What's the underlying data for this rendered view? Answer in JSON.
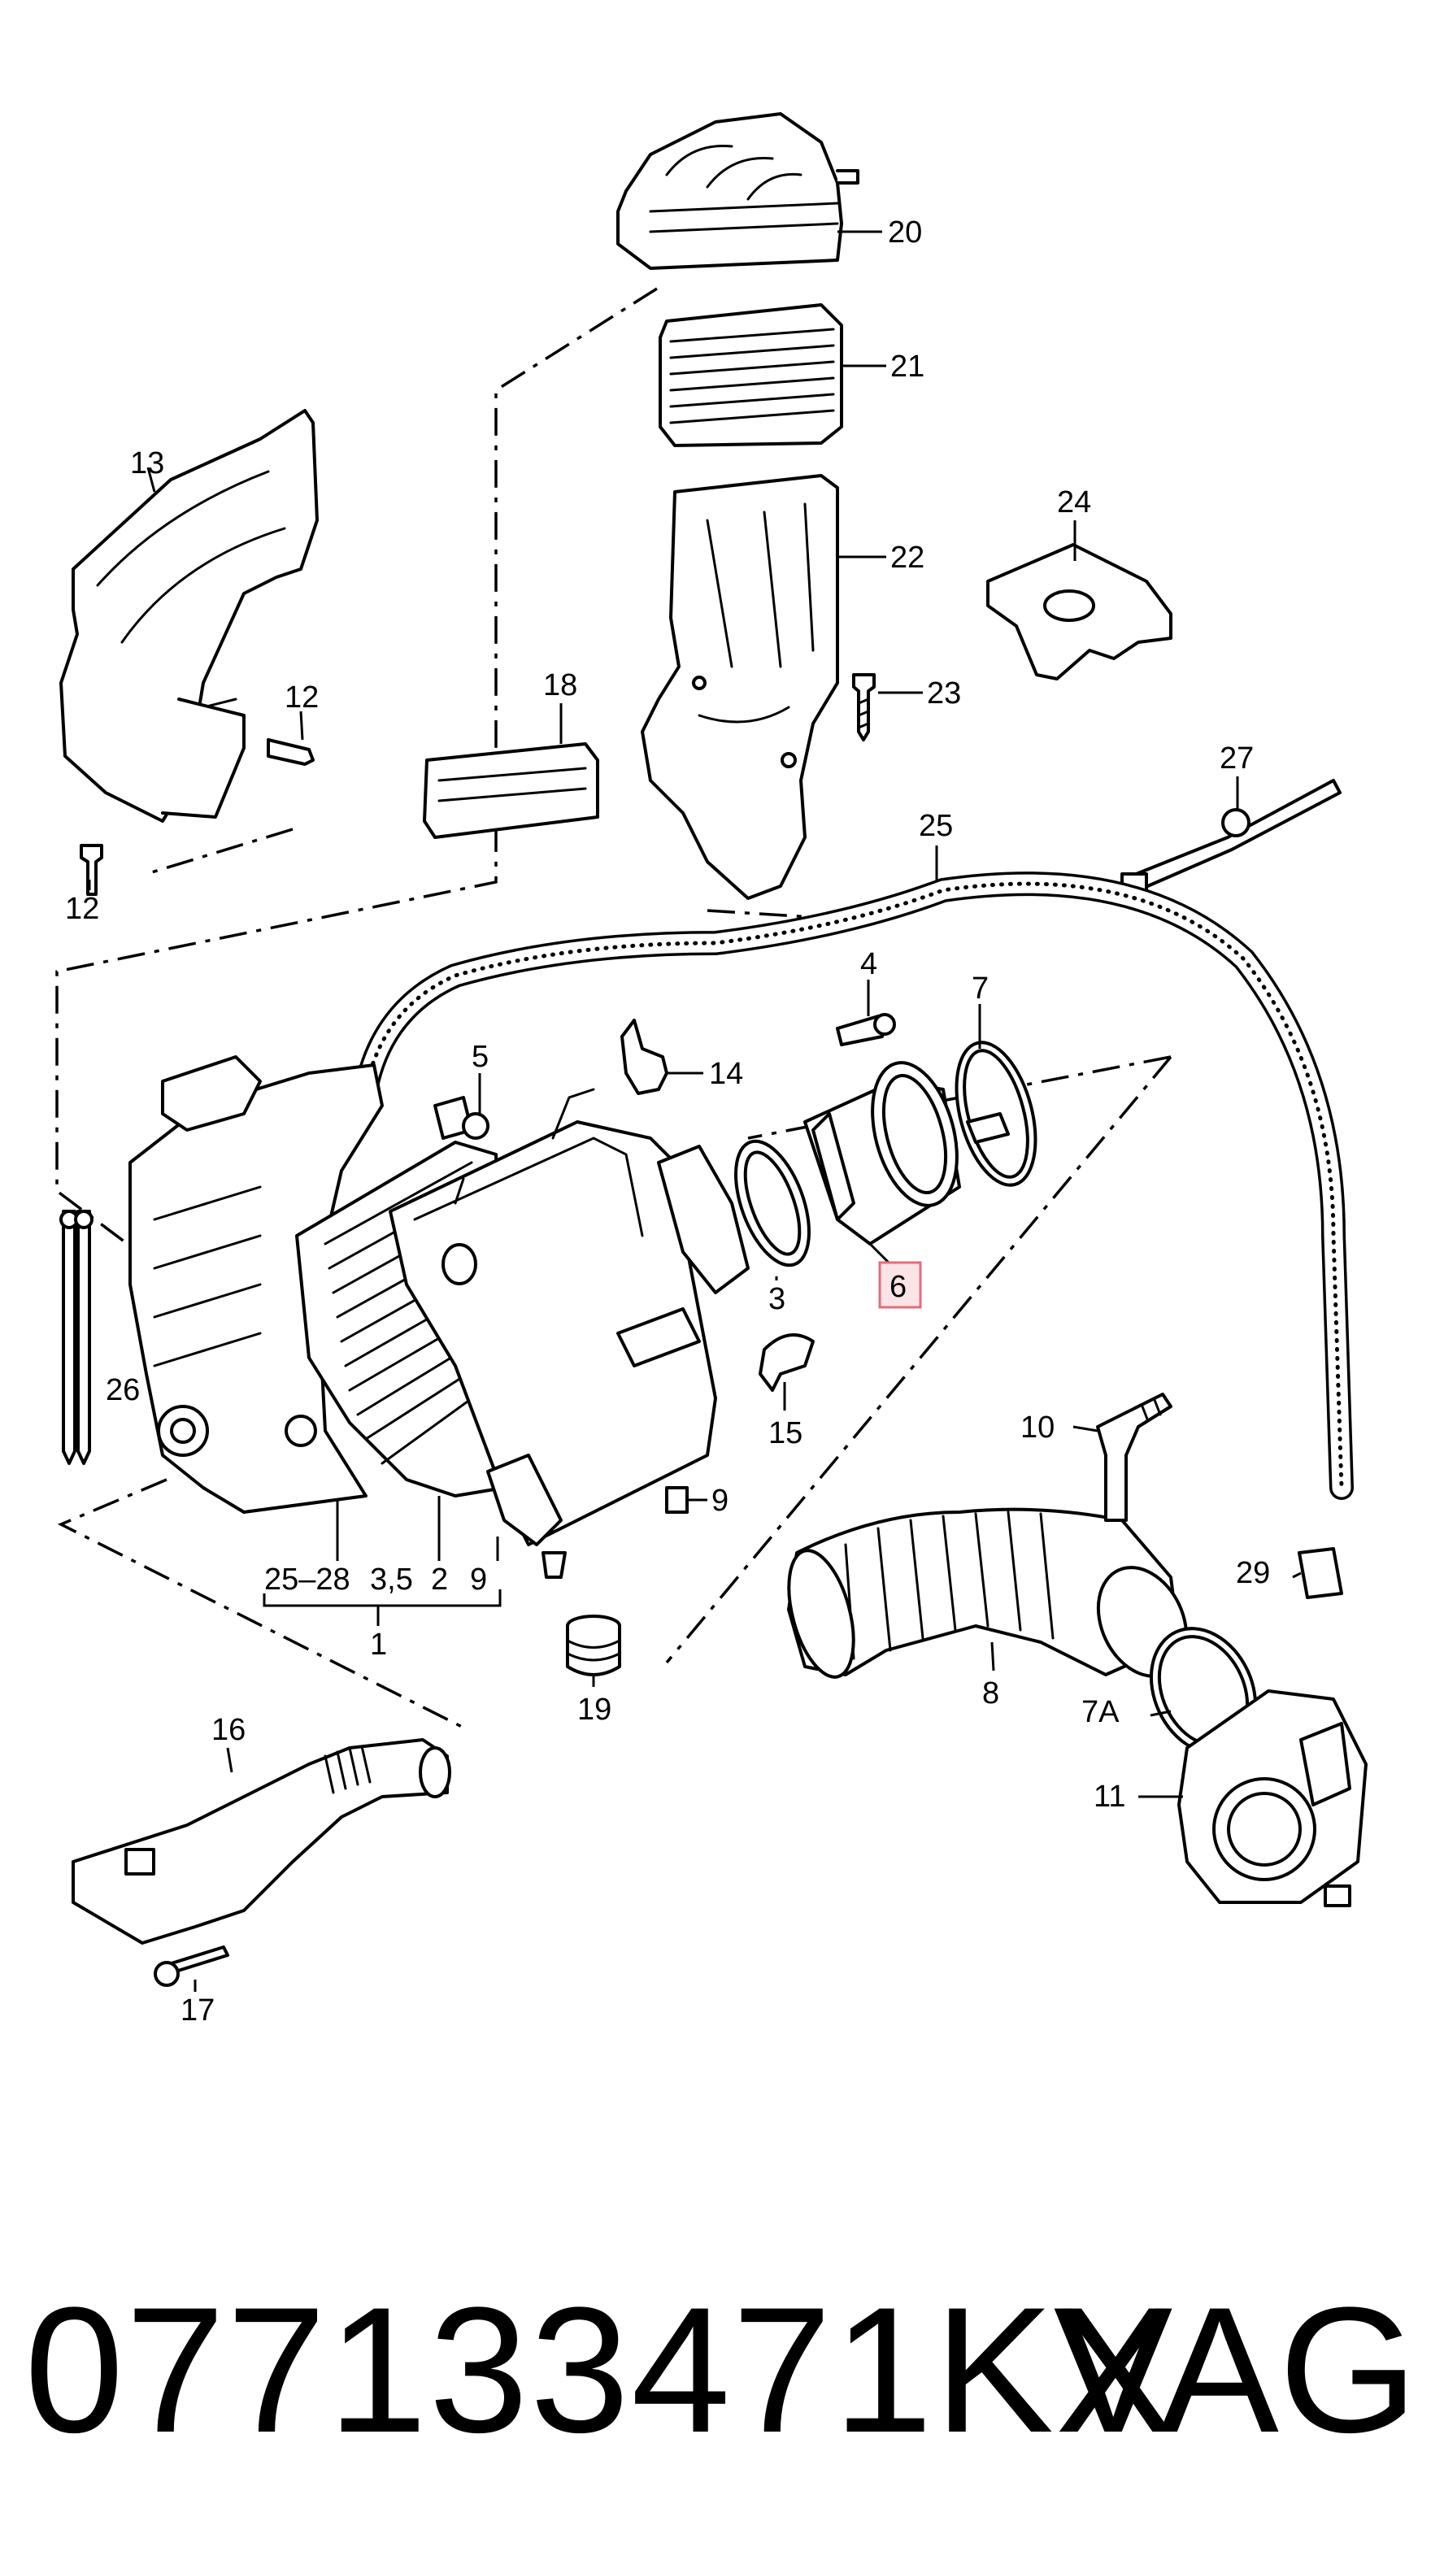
{
  "callouts": {
    "c1": "1",
    "c2": "2",
    "c3": "3",
    "c3_5": "3,5",
    "c4": "4",
    "c5": "5",
    "c6": "6",
    "c7": "7",
    "c7a": "7A",
    "c8": "8",
    "c9a": "9",
    "c9b": "9",
    "c10": "10",
    "c11": "11",
    "c12a": "12",
    "c12b": "12",
    "c13": "13",
    "c14": "14",
    "c15": "15",
    "c16": "16",
    "c17": "17",
    "c18": "18",
    "c19": "19",
    "c20": "20",
    "c21": "21",
    "c22": "22",
    "c23": "23",
    "c24": "24",
    "c25": "25",
    "c25_28": "25–28",
    "c26": "26",
    "c27": "27",
    "c29": "29"
  },
  "highlighted_callout": "6",
  "colors": {
    "line": "#000000",
    "background": "#ffffff",
    "highlight": "#e26d7d"
  },
  "caption": {
    "part_number": "077133471KX",
    "brand": "VAG"
  }
}
